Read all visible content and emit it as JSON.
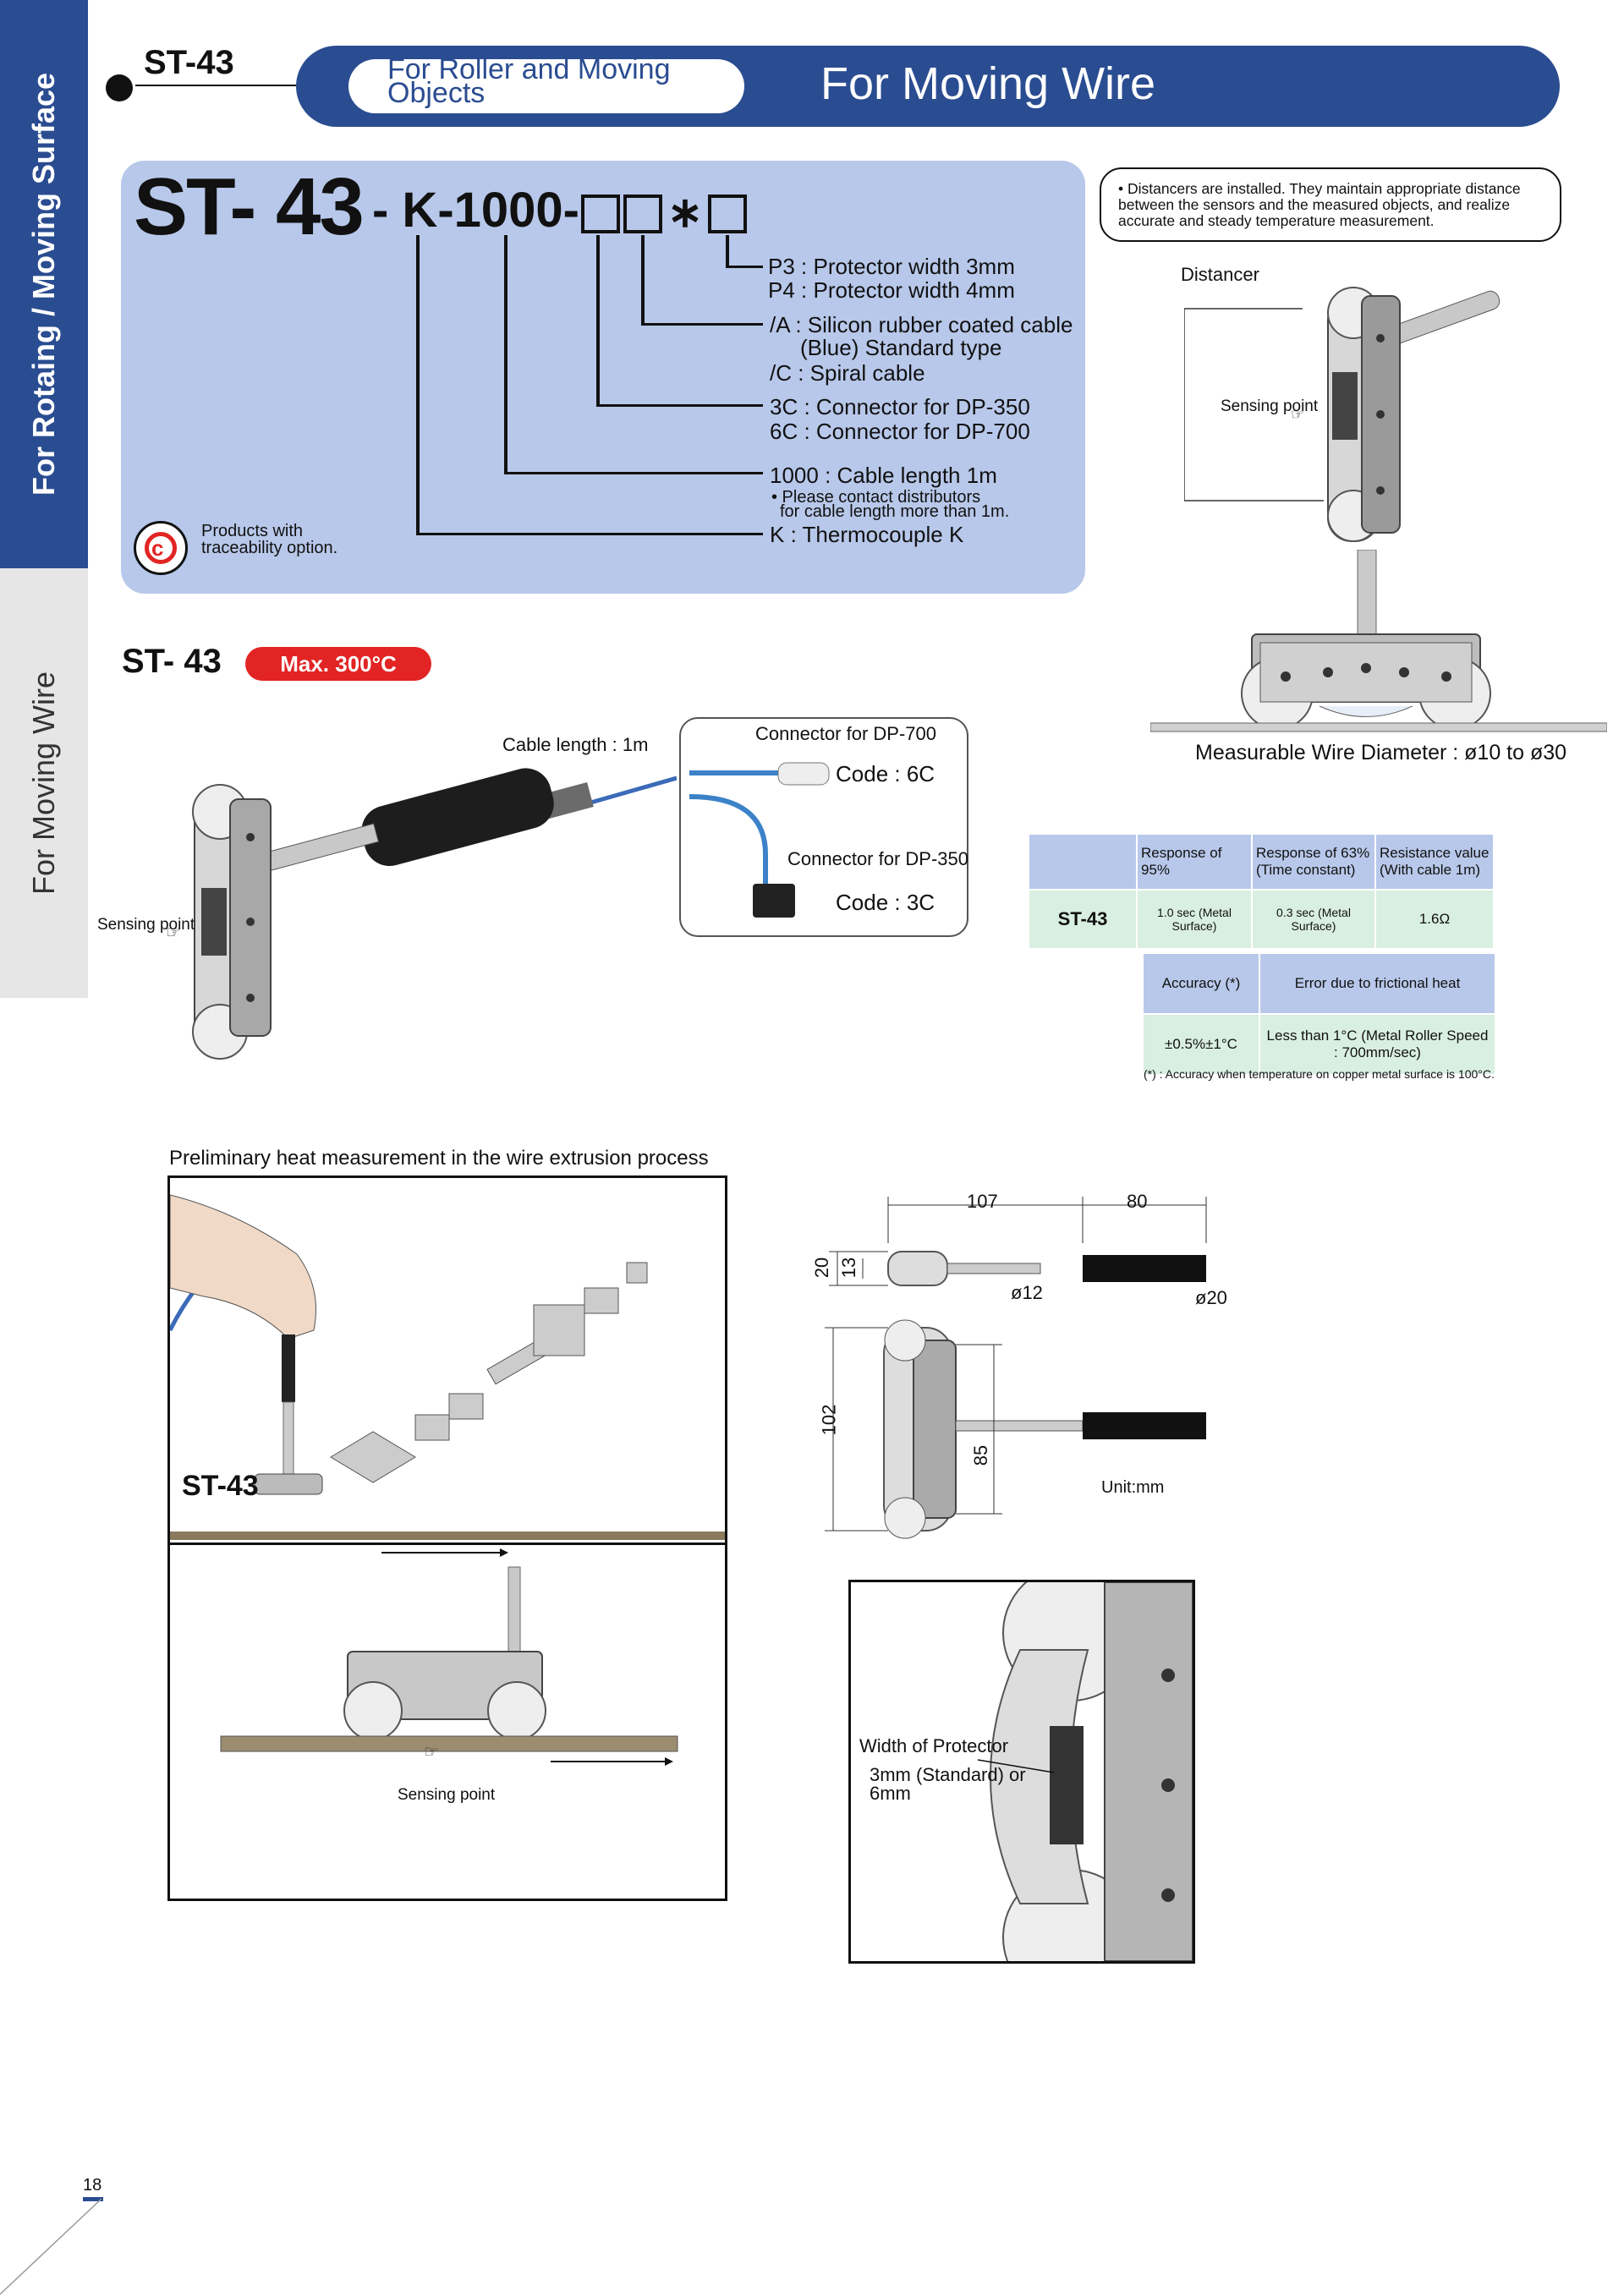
{
  "side_tabs": {
    "active": "For Rotaing / Moving Surface",
    "inactive": "For Moving Wire"
  },
  "header": {
    "model": "ST-43",
    "category": "For Roller and Moving Objects",
    "title": "For Moving Wire"
  },
  "model_code": {
    "base": "ST- 43",
    "suffix": "- K-1000-",
    "options": [
      "P3 : Protector width 3mm",
      "P4 : Protector width 4mm",
      "/A : Silicon rubber coated cable",
      "(Blue) Standard type",
      "/C : Spiral cable",
      "3C : Connector for DP-350",
      "6C : Connector for DP-700",
      "1000 : Cable length 1m",
      "• Please contact distributors",
      "for cable length more than 1m.",
      "K : Thermocouple K"
    ],
    "traceability": "Products with traceability option."
  },
  "note": "• Distancers are installed. They maintain appropriate distance between the sensors and the measured objects, and realize accurate and steady temperature measurement.",
  "distancer_label": "Distancer",
  "sensing_point": "Sensing point",
  "wire_diameter": "Measurable Wire Diameter : ø10 to ø30",
  "product": {
    "name": "ST- 43",
    "max_temp": "Max. 300°C",
    "cable_length": "Cable length : 1m"
  },
  "connectors": {
    "dp700_label": "Connector for DP-700",
    "dp700_code": "Code : 6C",
    "dp350_label": "Connector for DP-350",
    "dp350_code": "Code : 3C"
  },
  "spec_table": {
    "headers": [
      "Response of 95%",
      "Response of 63% (Time constant)",
      "Resistance value (With cable 1m)"
    ],
    "row_label": "ST-43",
    "row": [
      "1.0 sec (Metal Surface)",
      "0.3 sec (Metal Surface)",
      "1.6Ω"
    ]
  },
  "accuracy_table": {
    "headers": [
      "Accuracy (*)",
      "Error due to frictional heat"
    ],
    "row": [
      "±0.5%±1°C",
      "Less than 1°C (Metal Roller Speed : 700mm/sec)"
    ],
    "footnote": "(*) : Accuracy when temperature on copper metal surface is 100°C."
  },
  "application": {
    "caption": "Preliminary heat measurement in the wire extrusion process",
    "sensor_label": "ST-43"
  },
  "dimensions": {
    "d107": "107",
    "d80": "80",
    "d20": "20",
    "d13": "13",
    "d12": "ø12",
    "d20dia": "ø20",
    "d102": "102",
    "d85": "85",
    "unit": "Unit:mm"
  },
  "protector": {
    "label": "Width of Protector",
    "value": "3mm (Standard) or 6mm"
  },
  "page_number": "18"
}
